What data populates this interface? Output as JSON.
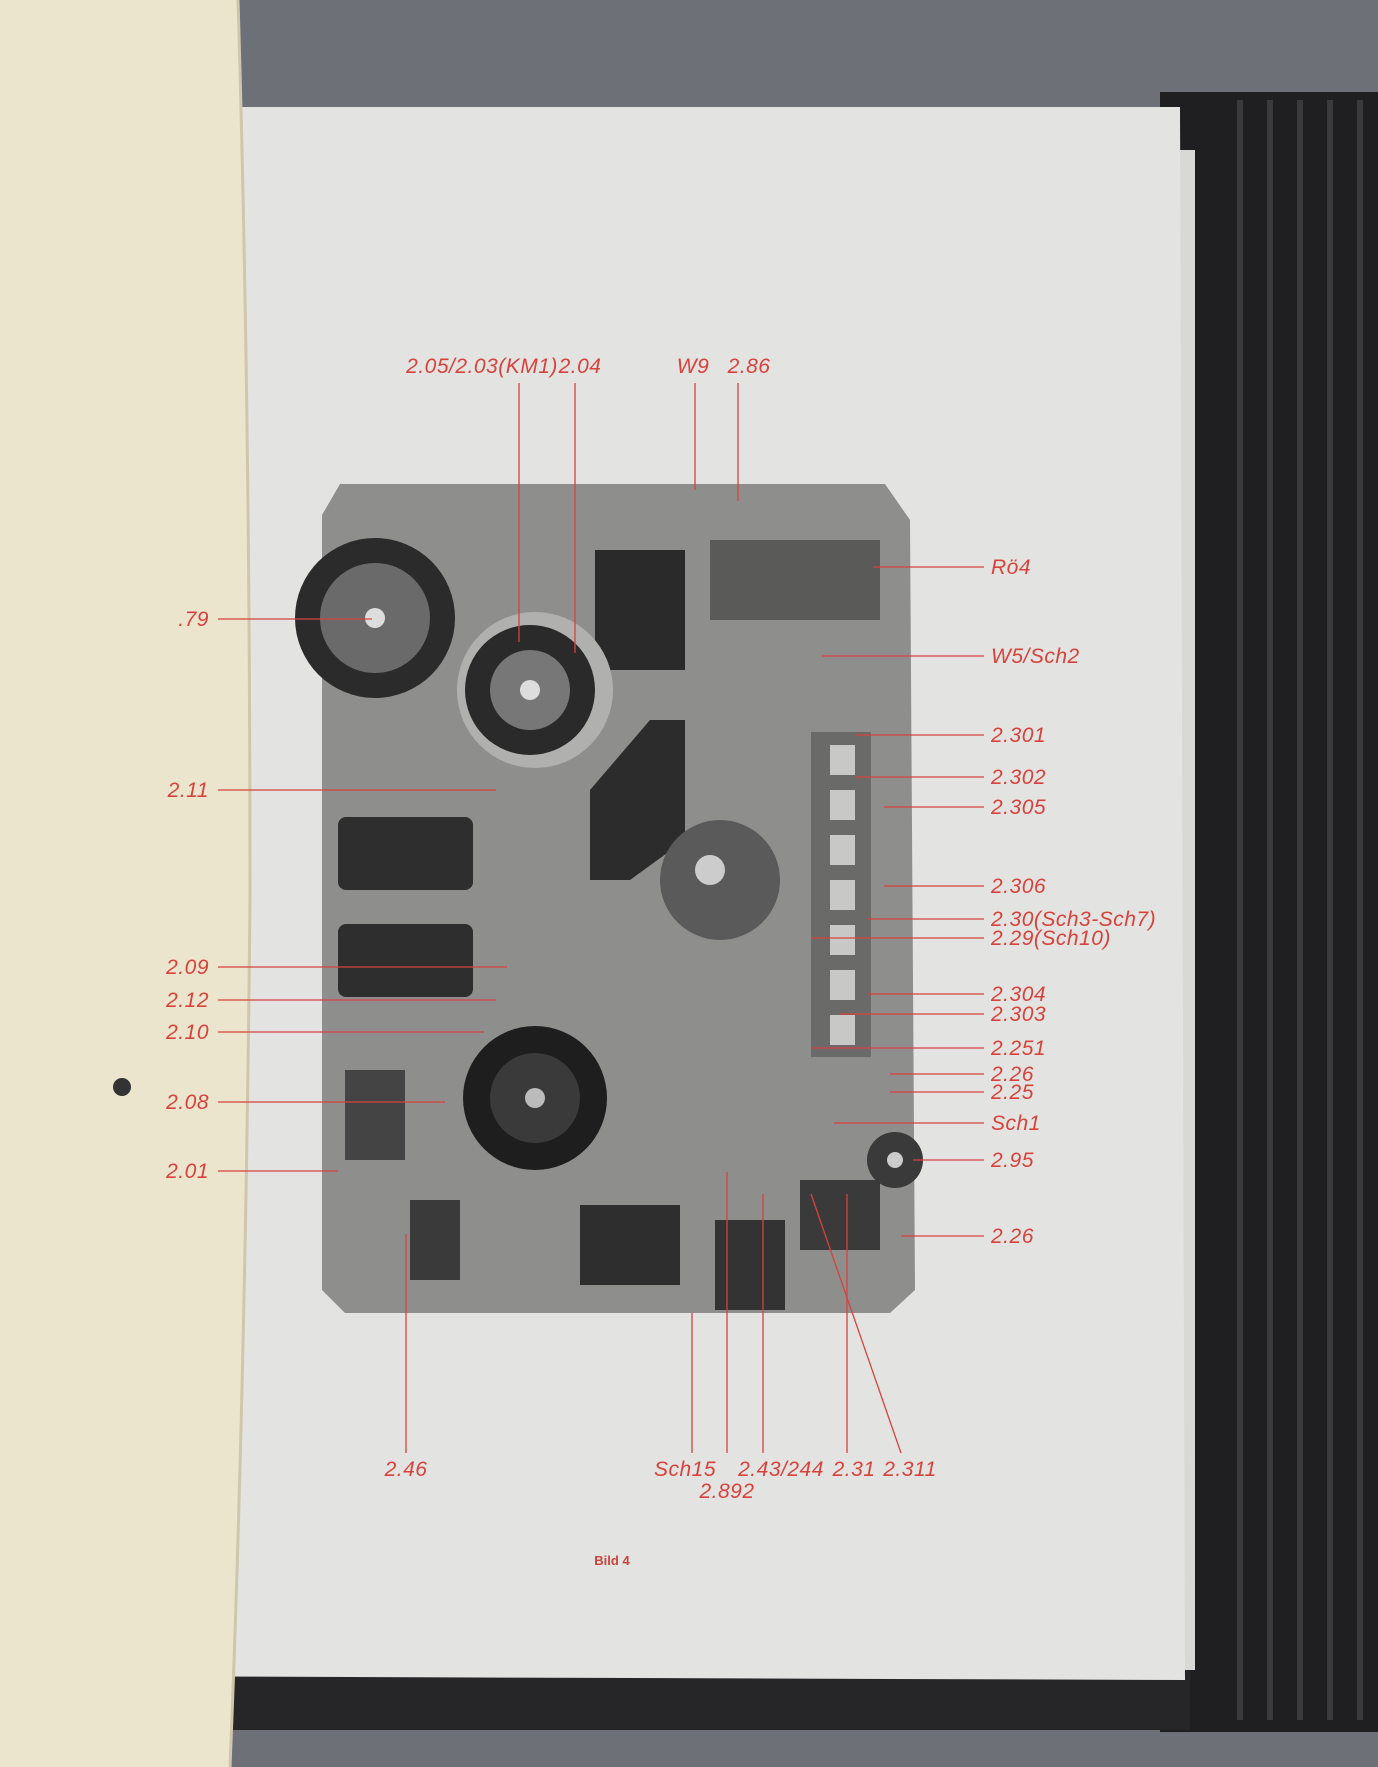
{
  "document": {
    "caption": "Bild 4",
    "accent_color": "#d8423c",
    "labels_top": [
      "2.05/2.03(KM1)",
      "2.04",
      "W9",
      "2.86"
    ],
    "labels_right": [
      "Rö4",
      "W5/Sch2",
      "2.301",
      "2.302",
      "2.305",
      "2.306",
      "2.30(Sch3-Sch7)",
      "2.29(Sch10)",
      "2.304",
      "2.303",
      "2.251",
      "2.26",
      "2.25",
      "Sch1",
      "2.95",
      "2.26"
    ],
    "labels_left": [
      ".79",
      "2.11",
      "2.09",
      "2.12",
      "2.10",
      "2.08",
      "2.01"
    ],
    "labels_bottom": [
      "2.46",
      "Sch15",
      "2.892",
      "2.43/244",
      "2.31",
      "2.311"
    ]
  }
}
